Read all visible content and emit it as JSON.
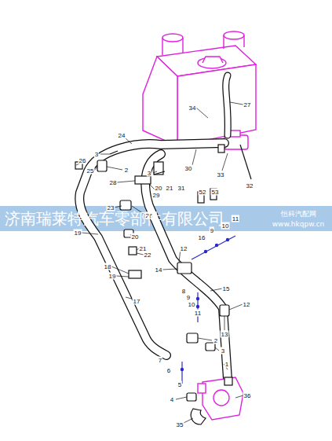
{
  "diagram": {
    "labels": [
      "34",
      "27",
      "24",
      "26",
      "3",
      "2",
      "25",
      "3",
      "30",
      "33",
      "32",
      "52",
      "53",
      "28",
      "20",
      "21",
      "31",
      "29",
      "23",
      "26",
      "11",
      "10",
      "9",
      "16",
      "19",
      "20",
      "12",
      "21",
      "22",
      "14",
      "18",
      "19",
      "15",
      "8",
      "9",
      "17",
      "10",
      "12",
      "11",
      "13",
      "2",
      "3",
      "1",
      "7",
      "6",
      "5",
      "36",
      "4",
      "35",
      "济南瑞莱特汽车零部件有限公司",
      "恒科汽配网",
      "www.hkqpw.cn"
    ]
  }
}
